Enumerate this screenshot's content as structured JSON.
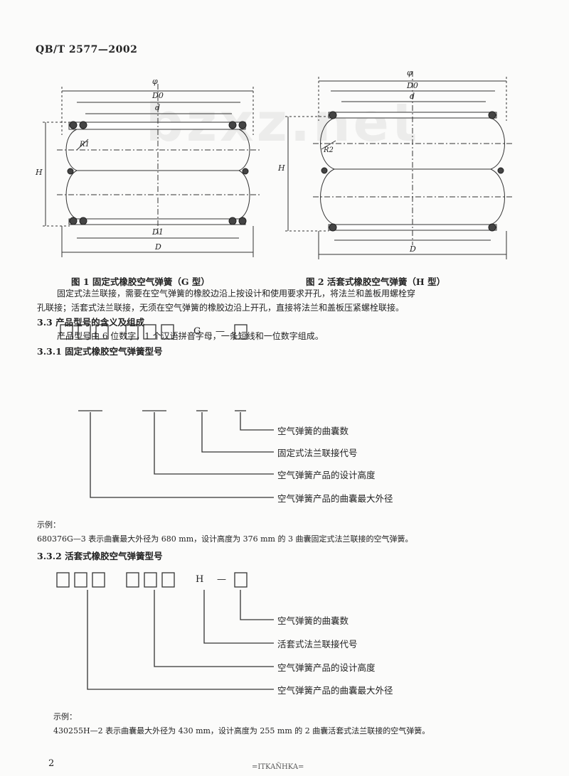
{
  "header": {
    "standard_code": "QB/T 2577—2002"
  },
  "watermark": "bzxz.net",
  "figures": {
    "fig1_caption": "图 1  固定式橡胶空气弹簧（G 型）",
    "fig2_caption": "图 2  活套式橡胶空气弹簧（H 型）",
    "dim_labels": {
      "phi": "φ",
      "d0": "D0",
      "d": "d",
      "d1": "D1",
      "D": "D",
      "H": "H",
      "r1": "R1",
      "r2": "R2"
    }
  },
  "body": {
    "para1_line1": "固定式法兰联接，需要在空气弹簧的橡胶边沿上按设计和使用要求开孔，将法兰和盖板用螺栓穿",
    "para1_line2": "孔联接；活套式法兰联接，无须在空气弹簧的橡胶边沿上开孔，直接将法兰和盖板压紧螺栓联接。",
    "sec_3_3": "3.3  产品型号的含义及组成",
    "sec_3_3_text": "产品型号由 6 位数字，1 个汉语拼音字母，一条短线和一位数字组成。",
    "sec_3_3_1": "3.3.1  固定式橡胶空气弹簧型号",
    "sec_3_3_2": "3.3.2  活套式橡胶空气弹簧型号"
  },
  "model_g": {
    "letter": "G",
    "dash": "—",
    "labels": [
      "空气弹簧的曲囊数",
      "固定式法兰联接代号",
      "空气弹簧产品的设计高度",
      "空气弹簧产品的曲囊最大外径"
    ],
    "example_label": "示例：",
    "example_text": "680376G—3  表示曲囊最大外径为 680 mm，设计高度为 376 mm 的 3 曲囊固定式法兰联接的空气弹簧。"
  },
  "model_h": {
    "letter": "H",
    "dash": "—",
    "labels": [
      "空气弹簧的曲囊数",
      "活套式法兰联接代号",
      "空气弹簧产品的设计高度",
      "空气弹簧产品的曲囊最大外径"
    ],
    "example_label": "示例：",
    "example_text": "430255H—2  表示曲囊最大外径为 430 mm，设计高度为 255 mm 的 2 曲囊活套式法兰联接的空气弹簧。"
  },
  "page_number": "2",
  "footer": "=ITKAÑHKA="
}
